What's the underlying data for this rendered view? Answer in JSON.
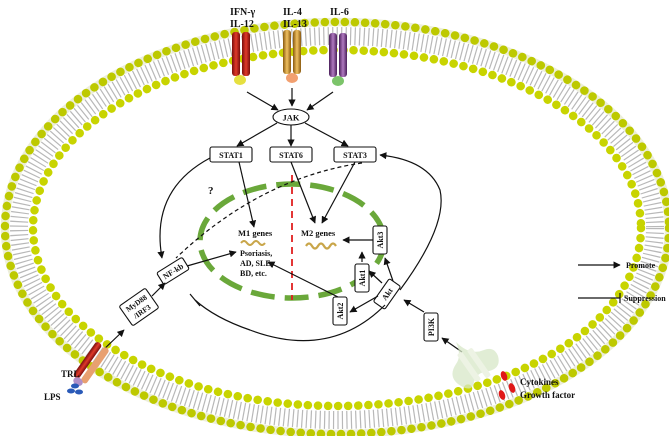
{
  "ligands": {
    "ifng": "IFN-γ",
    "il12": "IL-12",
    "il4": "IL-4",
    "il13": "IL-13",
    "il6": "IL-6"
  },
  "nodes": {
    "jak": "JAK",
    "stat1": "STAT1",
    "stat6": "STAT6",
    "stat3": "STAT3",
    "nfkb": "NF-kb",
    "myd88_1": "MyD88",
    "myd88_2": "/IRF3",
    "akt": "Akt",
    "akt1": "Akt1",
    "akt2": "Akt2",
    "akt3": "Akt3",
    "pi3k": "PI3K",
    "trl": "TRL",
    "lps": "LPS",
    "cytokines": "Cytokines",
    "growth_factor": "Growth factor",
    "question": "?"
  },
  "nucleus": {
    "m1": "M1 genes",
    "m2": "M2 genes",
    "disease_lines": [
      "Psoriasis,",
      "AD, SLE,",
      "BD, etc."
    ]
  },
  "legend": {
    "promote": "Promote",
    "suppression": "Suppression"
  },
  "colors": {
    "lipid_head": "#c8d400",
    "nucleus_border": "#6aa83a",
    "divider": "#e02020",
    "receptor_ifn": "#c0211f",
    "receptor_il4": "#d6a032",
    "receptor_il6": "#8a4f9a"
  }
}
